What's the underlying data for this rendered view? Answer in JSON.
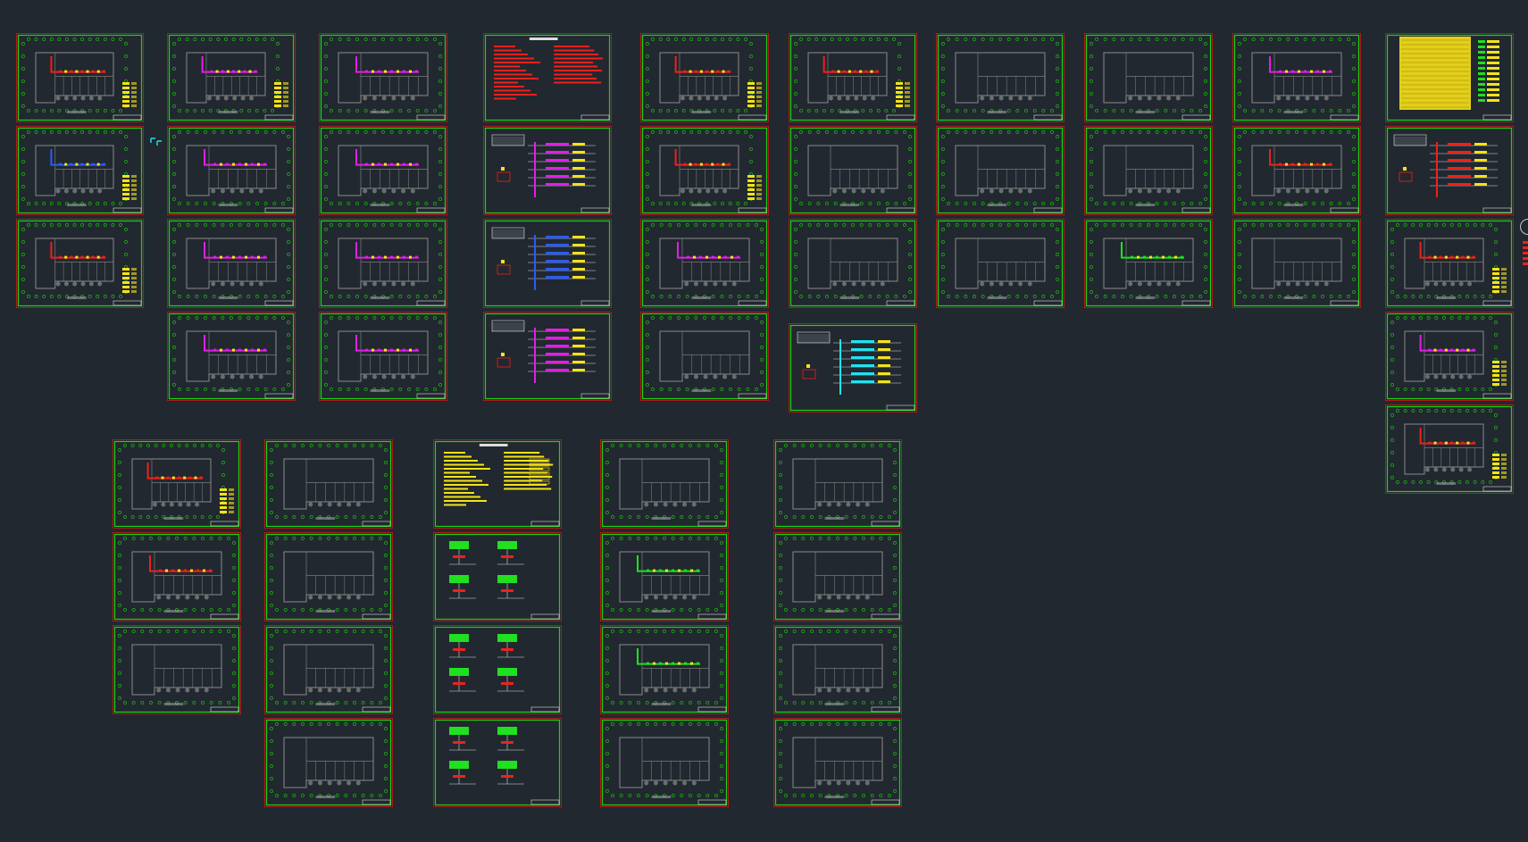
{
  "app": {
    "view": "cad-model-space-layout-overview"
  },
  "colors": {
    "background": "#212830",
    "sheet_border": "#b0191c",
    "frame": "#1fd20c",
    "plan_wall": "#8a8a8a",
    "pipe_magenta": "#e21ee6",
    "pipe_red": "#f0201a",
    "pipe_blue": "#2a5cff",
    "pipe_yellow": "#f5e21a",
    "pipe_cyan": "#1fe3f0",
    "pipe_green": "#20e020",
    "text_red": "#f0201a",
    "text_yellow": "#f5e21a",
    "text_white": "#dddddd"
  },
  "sheet_types": [
    "floor-plan",
    "design-notes",
    "riser-diagram",
    "detail-drawings",
    "material-legend"
  ],
  "columns": [
    {
      "sheets": [
        {
          "type": "floor-plan",
          "accent": "pipe_red",
          "legend": true
        },
        {
          "type": "floor-plan",
          "accent": "pipe_blue",
          "legend": true
        },
        {
          "type": "floor-plan",
          "accent": "pipe_red",
          "legend": true
        }
      ]
    },
    {
      "sheets": [
        {
          "type": "floor-plan",
          "accent": "pipe_magenta",
          "legend": true
        },
        {
          "type": "floor-plan",
          "accent": "pipe_magenta"
        },
        {
          "type": "floor-plan",
          "accent": "pipe_magenta"
        },
        {
          "type": "floor-plan",
          "accent": "pipe_magenta"
        }
      ]
    },
    {
      "sheets": [
        {
          "type": "floor-plan",
          "accent": "pipe_magenta"
        },
        {
          "type": "floor-plan",
          "accent": "pipe_magenta"
        },
        {
          "type": "floor-plan",
          "accent": "pipe_magenta"
        },
        {
          "type": "floor-plan",
          "accent": "pipe_magenta"
        }
      ]
    },
    {
      "sheets": [
        {
          "type": "design-notes",
          "accent": "text_red"
        },
        {
          "type": "riser-diagram",
          "accent": "pipe_magenta"
        },
        {
          "type": "riser-diagram",
          "accent": "pipe_blue"
        },
        {
          "type": "riser-diagram",
          "accent": "pipe_magenta"
        }
      ]
    },
    {
      "sheets": [
        {
          "type": "floor-plan",
          "accent": "pipe_red",
          "legend": true
        },
        {
          "type": "floor-plan",
          "accent": "pipe_red",
          "legend": true
        },
        {
          "type": "floor-plan",
          "accent": "pipe_magenta"
        },
        {
          "type": "floor-plan",
          "accent": "none"
        }
      ]
    },
    {
      "sheets": [
        {
          "type": "floor-plan",
          "accent": "pipe_red",
          "legend": true
        },
        {
          "type": "floor-plan",
          "accent": "none"
        },
        {
          "type": "floor-plan",
          "accent": "none"
        },
        {
          "type": "riser-diagram",
          "accent": "pipe_cyan"
        }
      ]
    },
    {
      "sheets": [
        {
          "type": "floor-plan",
          "accent": "none"
        },
        {
          "type": "floor-plan",
          "accent": "none"
        },
        {
          "type": "floor-plan",
          "accent": "none"
        }
      ]
    },
    {
      "sheets": [
        {
          "type": "floor-plan",
          "accent": "none"
        },
        {
          "type": "floor-plan",
          "accent": "none"
        },
        {
          "type": "floor-plan",
          "accent": "pipe_green"
        }
      ]
    },
    {
      "sheets": [
        {
          "type": "floor-plan",
          "accent": "pipe_magenta"
        },
        {
          "type": "floor-plan",
          "accent": "pipe_red"
        },
        {
          "type": "floor-plan",
          "accent": "none"
        }
      ]
    },
    {
      "sheets": [
        {
          "type": "material-legend",
          "accent": "text_yellow"
        },
        {
          "type": "riser-diagram",
          "accent": "pipe_red"
        },
        {
          "type": "floor-plan",
          "accent": "pipe_red",
          "legend": true
        },
        {
          "type": "floor-plan",
          "accent": "pipe_magenta",
          "legend": true
        },
        {
          "type": "floor-plan",
          "accent": "pipe_red",
          "legend": true
        }
      ]
    },
    {
      "sheets": [
        {
          "type": "floor-plan",
          "accent": "pipe_red",
          "legend": true
        },
        {
          "type": "floor-plan",
          "accent": "pipe_red"
        },
        {
          "type": "floor-plan",
          "accent": "none"
        }
      ]
    },
    {
      "sheets": [
        {
          "type": "floor-plan",
          "accent": "none"
        },
        {
          "type": "floor-plan",
          "accent": "none"
        },
        {
          "type": "floor-plan",
          "accent": "none"
        },
        {
          "type": "floor-plan",
          "accent": "none"
        }
      ]
    },
    {
      "sheets": [
        {
          "type": "design-notes",
          "accent": "text_yellow"
        },
        {
          "type": "detail-drawings",
          "accent": "pipe_green"
        },
        {
          "type": "detail-drawings",
          "accent": "pipe_green"
        },
        {
          "type": "detail-drawings",
          "accent": "pipe_green"
        }
      ]
    },
    {
      "sheets": [
        {
          "type": "floor-plan",
          "accent": "none"
        },
        {
          "type": "floor-plan",
          "accent": "pipe_green"
        },
        {
          "type": "floor-plan",
          "accent": "pipe_green"
        },
        {
          "type": "floor-plan",
          "accent": "none"
        }
      ]
    },
    {
      "sheets": [
        {
          "type": "floor-plan",
          "accent": "none"
        },
        {
          "type": "floor-plan",
          "accent": "none"
        },
        {
          "type": "floor-plan",
          "accent": "none"
        },
        {
          "type": "floor-plan",
          "accent": "none"
        }
      ]
    }
  ]
}
